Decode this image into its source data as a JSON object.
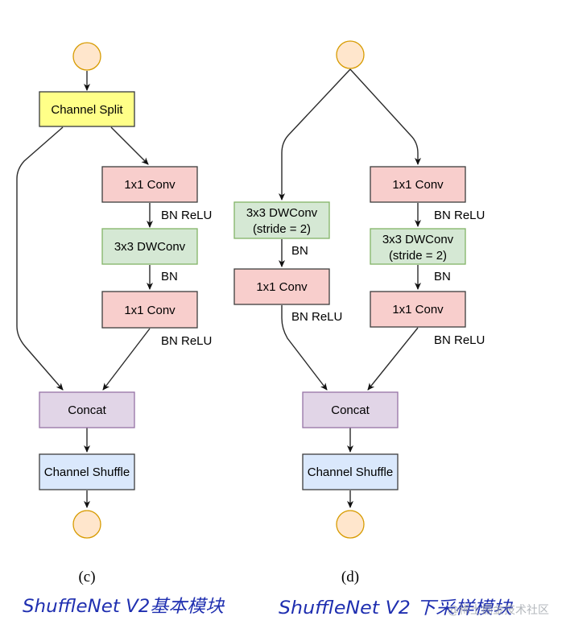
{
  "colors": {
    "circle_fill": "#ffe6cc",
    "circle_stroke": "#d79b00",
    "split_fill": "#ffff88",
    "split_stroke": "#36393d",
    "conv_fill": "#f8cecc",
    "conv_stroke": "#3d3d3d",
    "dw_fill": "#d5e8d4",
    "dw_stroke": "#82b366",
    "concat_fill": "#e1d5e7",
    "concat_stroke": "#9673a6",
    "shuffle_fill": "#dae8fc",
    "shuffle_stroke": "#3d3d3d",
    "handwriting": "#1f2fb0"
  },
  "left": {
    "channel_split": "Channel Split",
    "conv1": "1x1 Conv",
    "edge_bn_relu_1": "BN ReLU",
    "dwconv": "3x3 DWConv",
    "edge_bn": "BN",
    "conv2": "1x1 Conv",
    "edge_bn_relu_2": "BN ReLU",
    "concat": "Concat",
    "shuffle": "Channel Shuffle",
    "caption": "(c)",
    "handwritten_title": "ShuffleNet V2基本模块"
  },
  "right": {
    "l_dwconv_line1": "3x3 DWConv",
    "l_dwconv_line2": "(stride = 2)",
    "l_edge_bn": "BN",
    "l_conv": "1x1 Conv",
    "l_edge_bn_relu": "BN ReLU",
    "r_conv1": "1x1 Conv",
    "r_edge_bn_relu_1": "BN ReLU",
    "r_dwconv_line1": "3x3 DWConv",
    "r_dwconv_line2": "(stride = 2)",
    "r_edge_bn": "BN",
    "r_conv2": "1x1 Conv",
    "r_edge_bn_relu_2": "BN ReLU",
    "concat": "Concat",
    "shuffle": "Channel Shuffle",
    "caption": "(d)",
    "handwritten_title": "ShuffleNet V2 下采样模块"
  },
  "watermark": "@稀土掘金技术社区"
}
